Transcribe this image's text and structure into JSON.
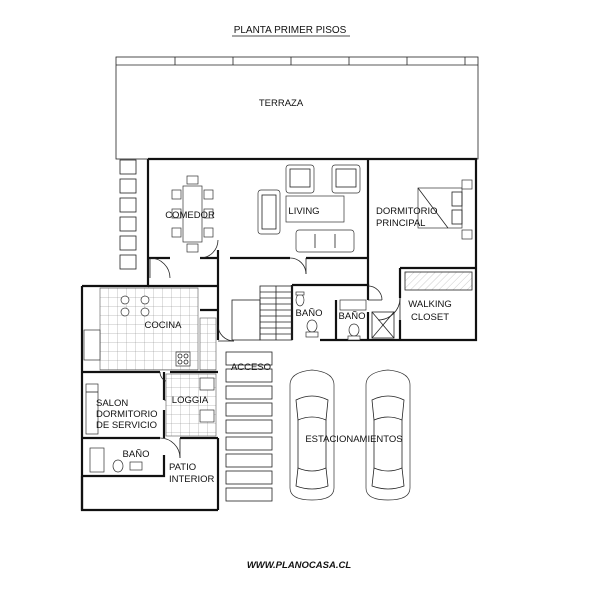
{
  "title": "PLANTA PRIMER PISOS",
  "footer": "WWW.PLANOCASA.CL",
  "rooms": {
    "terraza": "TERRAZA",
    "comedor": "COMEDOR",
    "living": "LIVING",
    "dormitorio_line1": "DORMITORIO",
    "dormitorio_line2": "PRINCIPAL",
    "walking_line1": "WALKING",
    "walking_line2": "CLOSET",
    "bano1": "BAÑO",
    "bano2": "BAÑO",
    "bano3": "BAÑO",
    "cocina": "COCINA",
    "acceso": "ACCESO",
    "loggia": "LOGGIA",
    "salon_line1": "SALON",
    "salon_line2": "DORMITORIO",
    "salon_line3": "DE SERVICIO",
    "patio_line1": "PATIO",
    "patio_line2": "INTERIOR",
    "estacionamientos": "ESTACIONAMIENTOS"
  }
}
